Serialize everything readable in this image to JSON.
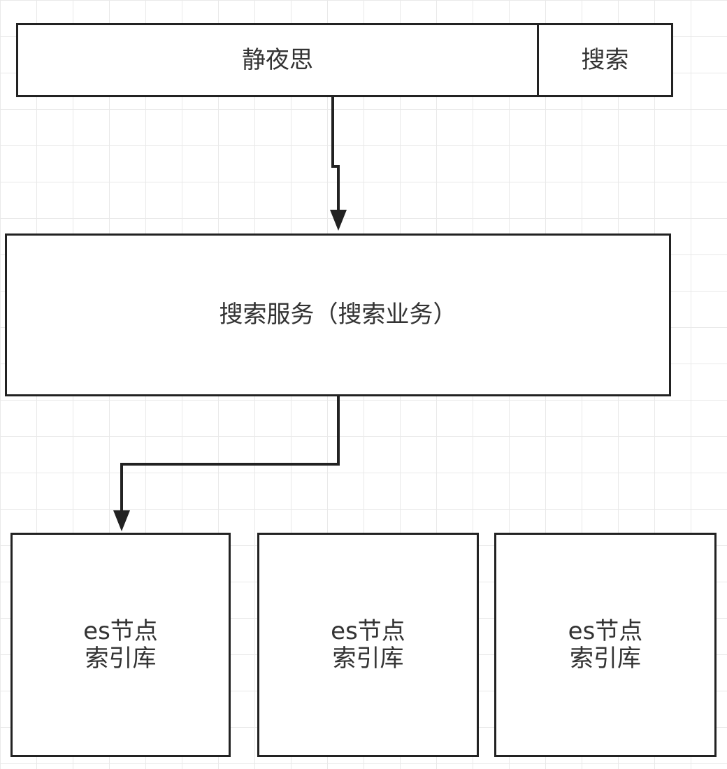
{
  "search_bar": {
    "input_value": "静夜思",
    "button_label": "搜索"
  },
  "search_service": {
    "label": "搜索服务（搜索业务）"
  },
  "es_nodes": [
    {
      "line1": "es节点",
      "line2": "索引库"
    },
    {
      "line1": "es节点",
      "line2": "索引库"
    },
    {
      "line1": "es节点",
      "line2": "索引库"
    }
  ],
  "colors": {
    "stroke": "#222222",
    "text": "#333333",
    "grid": "#e9e9e9",
    "background": "#ffffff"
  }
}
